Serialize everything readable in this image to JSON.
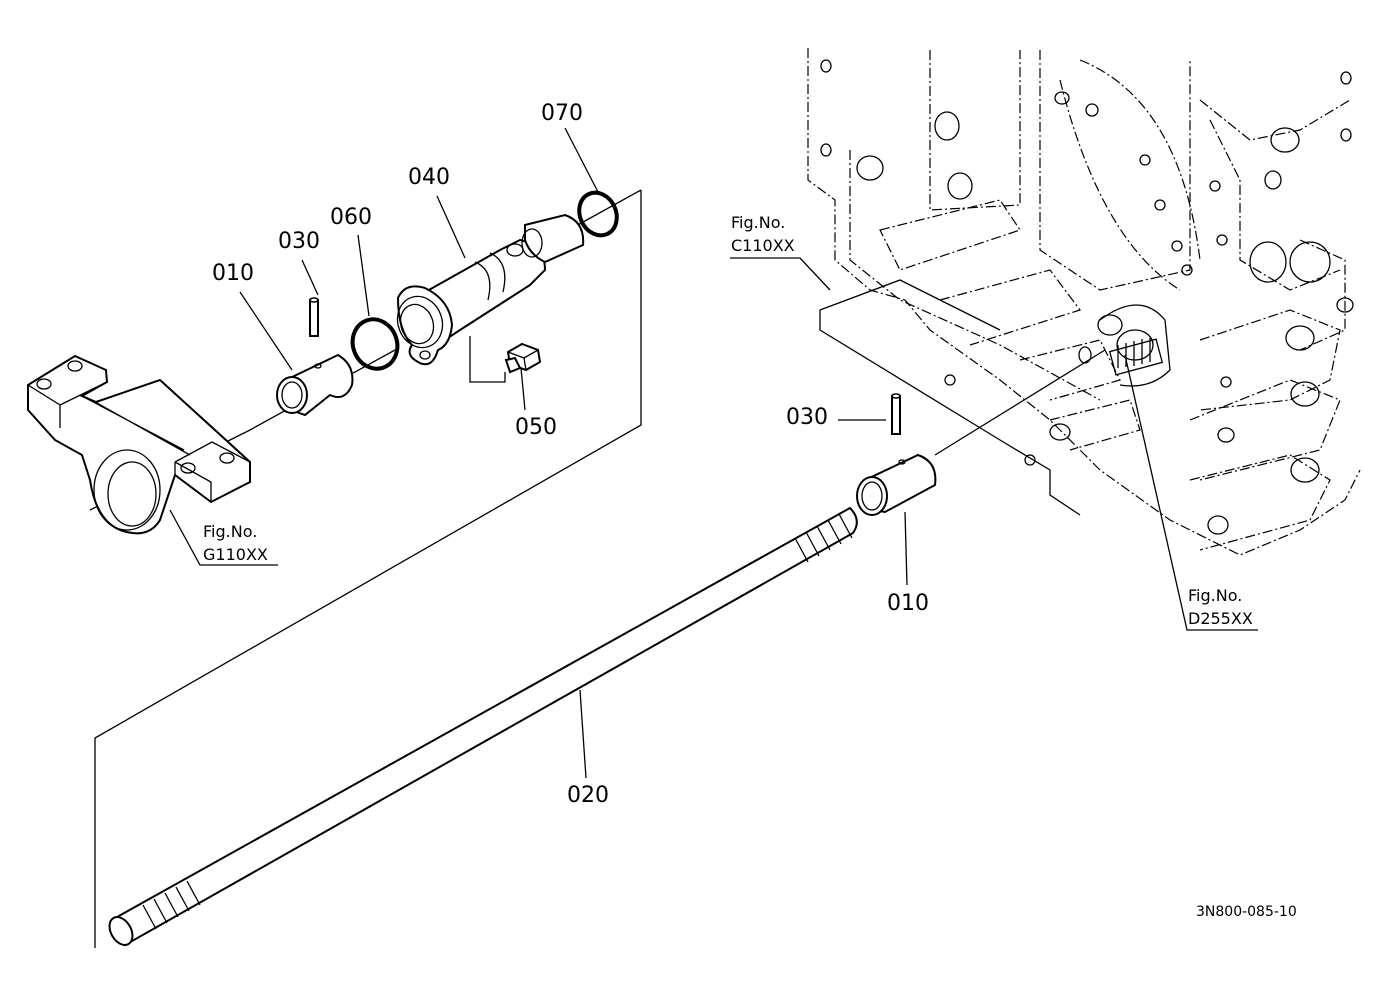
{
  "labels": {
    "p010_a": "010",
    "p030_a": "030",
    "p060": "060",
    "p040": "040",
    "p070": "070",
    "p050": "050",
    "p030_b": "030",
    "p010_b": "010",
    "p020": "020"
  },
  "fig_refs": {
    "c110": {
      "title": "Fig.No.",
      "code": "C110XX"
    },
    "g110": {
      "title": "Fig.No.",
      "code": "G110XX"
    },
    "d255": {
      "title": "Fig.No.",
      "code": "D255XX"
    }
  },
  "drawing_number": "3N800-085-10"
}
